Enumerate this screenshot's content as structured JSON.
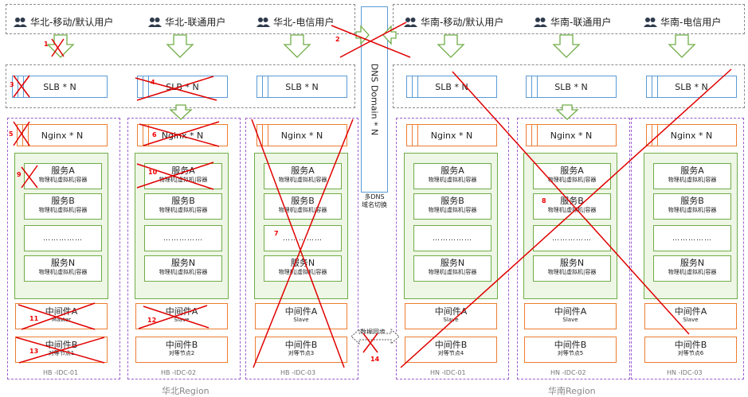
{
  "users": {
    "hb_mobile": "华北-移动/默认用户",
    "hb_unicom": "华北-联通用户",
    "hb_telecom": "华北-电信用户",
    "hn_mobile": "华南-移动/默认用户",
    "hn_unicom": "华南-联通用户",
    "hn_telecom": "华南-电信用户"
  },
  "slb_label": "SLB * N",
  "nginx_label": "Nginx * N",
  "dns": {
    "label": "DNS Domain * N",
    "switch_line1": "多DNS",
    "switch_line2": "域名切换"
  },
  "services": {
    "a": "服务A",
    "b": "服务B",
    "n": "服务N",
    "sub": "物理机|虚拟机|容器",
    "dots": "……………"
  },
  "middleware": {
    "a": "中间件A",
    "b": "中间件B",
    "master": "Master",
    "slave": "Slave",
    "node1": "对等节点1",
    "node2": "对等节点2",
    "node3": "对等节点3",
    "node4": "对等节点4",
    "node5": "对等节点5",
    "node6": "对等节点6"
  },
  "sync_label": "数据同步",
  "idc": {
    "hb1": "HB -IDC-01",
    "hb2": "HB -IDC-02",
    "hb3": "HB -IDC-03",
    "hn1": "HN -IDC-01",
    "hn2": "HN -IDC-02",
    "hn3": "HN -IDC-03"
  },
  "regions": {
    "hb": "华北Region",
    "hn": "华南Region"
  },
  "failure_numbers": [
    "1",
    "2",
    "3",
    "4",
    "5",
    "6",
    "7",
    "8",
    "9",
    "10",
    "11",
    "12",
    "13",
    "14"
  ],
  "colors": {
    "slb_border": "#5b9bd5",
    "nginx_border": "#ed7d31",
    "service_border": "#70ad47",
    "service_fill": "#eef6e6",
    "idc_border": "#9b5fd0",
    "arrow_green": "#70ad47",
    "failure_red": "#e00000"
  },
  "icons": [
    "user-group-icon",
    "down-arrow-icon",
    "sync-arrow-icon",
    "failure-cross-icon"
  ]
}
